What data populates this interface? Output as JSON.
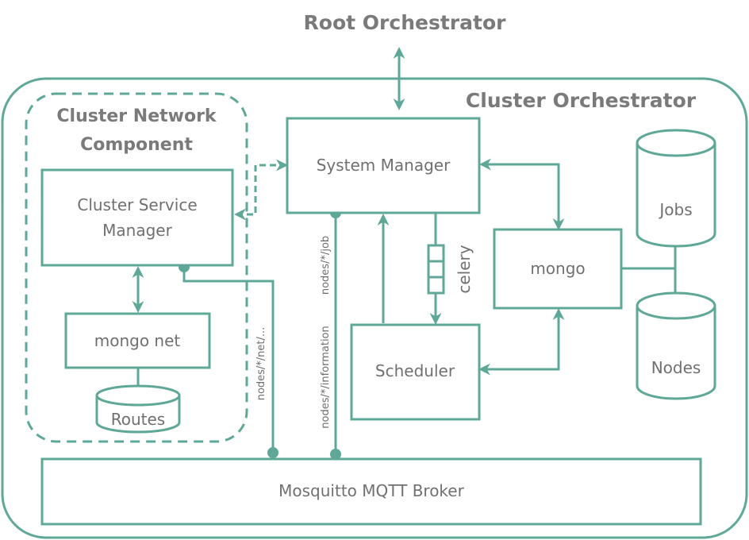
{
  "colors": {
    "accent": "#5fa898",
    "text": "#707070"
  },
  "titles": {
    "root": "Root Orchestrator",
    "cluster": "Cluster Orchestrator",
    "network_line1": "Cluster Network",
    "network_line2": "Component"
  },
  "boxes": {
    "system_manager": "System Manager",
    "cluster_service_line1": "Cluster Service",
    "cluster_service_line2": "Manager",
    "mongo_net": "mongo net",
    "mongo": "mongo",
    "scheduler": "Scheduler",
    "broker": "Mosquitto MQTT Broker"
  },
  "databases": {
    "routes": "Routes",
    "jobs": "Jobs",
    "nodes": "Nodes"
  },
  "edge_labels": {
    "net_topic": "nodes/*/net/...",
    "info_topic": "nodes/*/information",
    "job_topic": "nodes/*/job",
    "celery": "celery"
  }
}
